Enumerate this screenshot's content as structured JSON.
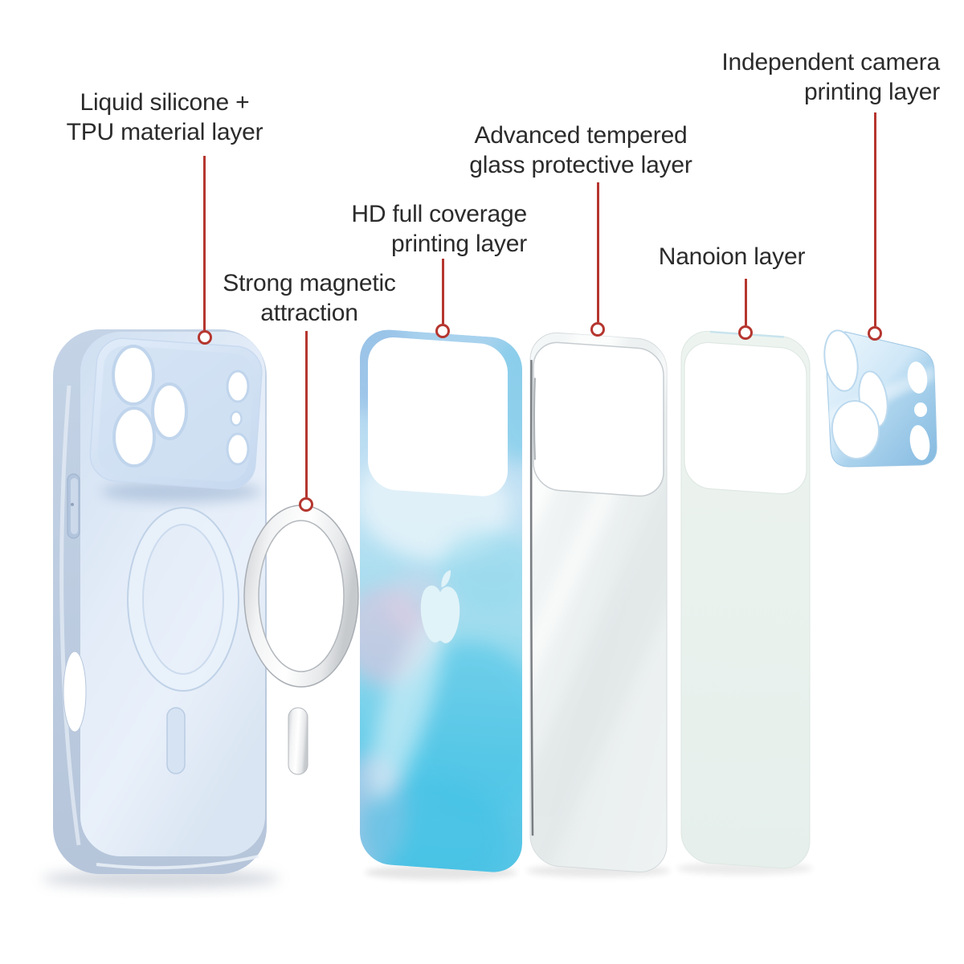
{
  "colors": {
    "leader": "#b5362f",
    "text": "#2b2b2b",
    "caseBlue": "#dce7f5",
    "printTurquoise": "#5ac8e7",
    "glassGray": "#eef2f2",
    "nanoMint": "#ecf3ef",
    "cameraBlue": "#8fc2e4",
    "ringSilver": "#eceeef"
  },
  "labels": {
    "liquid_silicone": {
      "line1": "Liquid silicone +",
      "line2": "TPU material layer"
    },
    "magnetic": {
      "line1": "Strong magnetic",
      "line2": "attraction"
    },
    "printing": {
      "line1": "HD full coverage",
      "line2": "printing layer"
    },
    "glass": {
      "line1": "Advanced tempered",
      "line2": "glass protective layer"
    },
    "nanoion": {
      "line1": "Nanoion layer"
    },
    "camera": {
      "line1": "Independent camera",
      "line2": "printing layer"
    }
  }
}
